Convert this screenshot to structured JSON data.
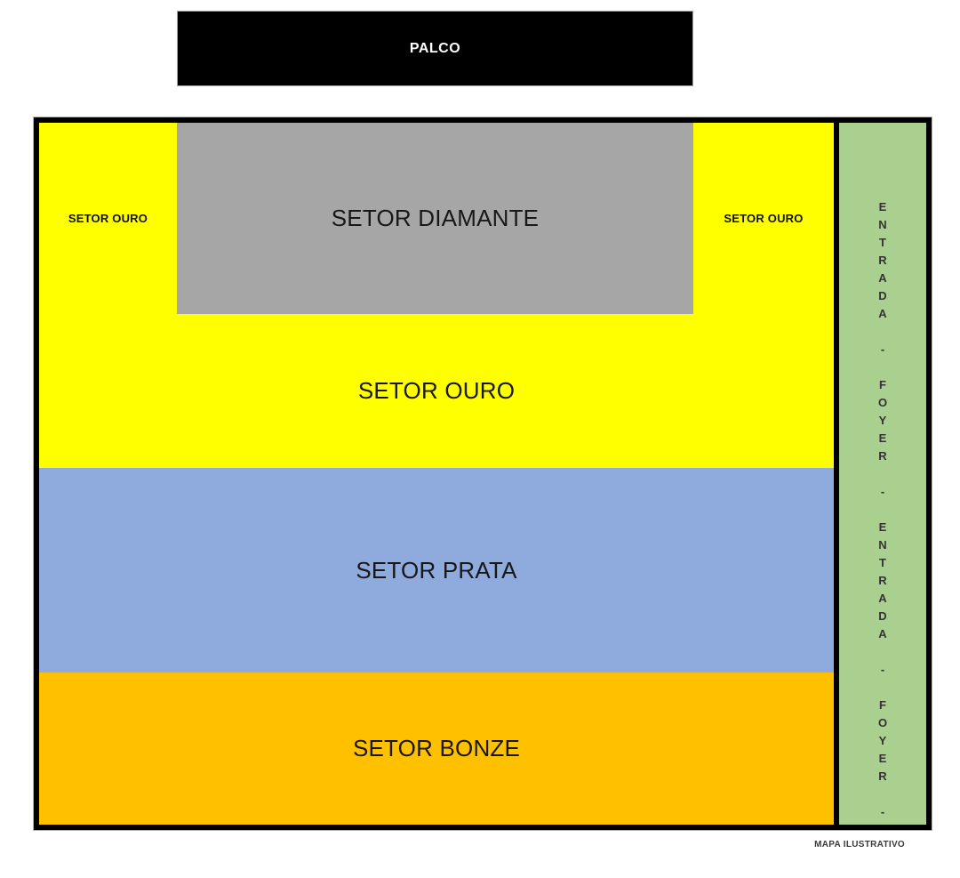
{
  "stage": {
    "label": "PALCO",
    "background": "#000000",
    "text_color": "#ffffff"
  },
  "map": {
    "sectors": {
      "ouro_left": {
        "label": "SETOR OURO",
        "color": "#FFFF00"
      },
      "diamante": {
        "label": "SETOR DIAMANTE",
        "color": "#A6A6A6"
      },
      "ouro_right": {
        "label": "SETOR OURO",
        "color": "#FFFF00"
      },
      "ouro_main": {
        "label": "SETOR OURO",
        "color": "#FFFF00"
      },
      "prata": {
        "label": "SETOR PRATA",
        "color": "#8FAADC"
      },
      "bonze": {
        "label": "SETOR BONZE",
        "color": "#FFC000"
      }
    },
    "entrance_strip": {
      "color": "#A9D08E",
      "text": "E\nN\nT\nR\nA\nD\nA\n\n-\n\nF\nO\nY\nE\nR\n\n-\n\nE\nN\nT\nR\nA\nD\nA\n\n-\n\nF\nO\nY\nE\nR\n\n-"
    },
    "note": "MAPA ILUSTRATIVO",
    "border_color": "#000000"
  }
}
